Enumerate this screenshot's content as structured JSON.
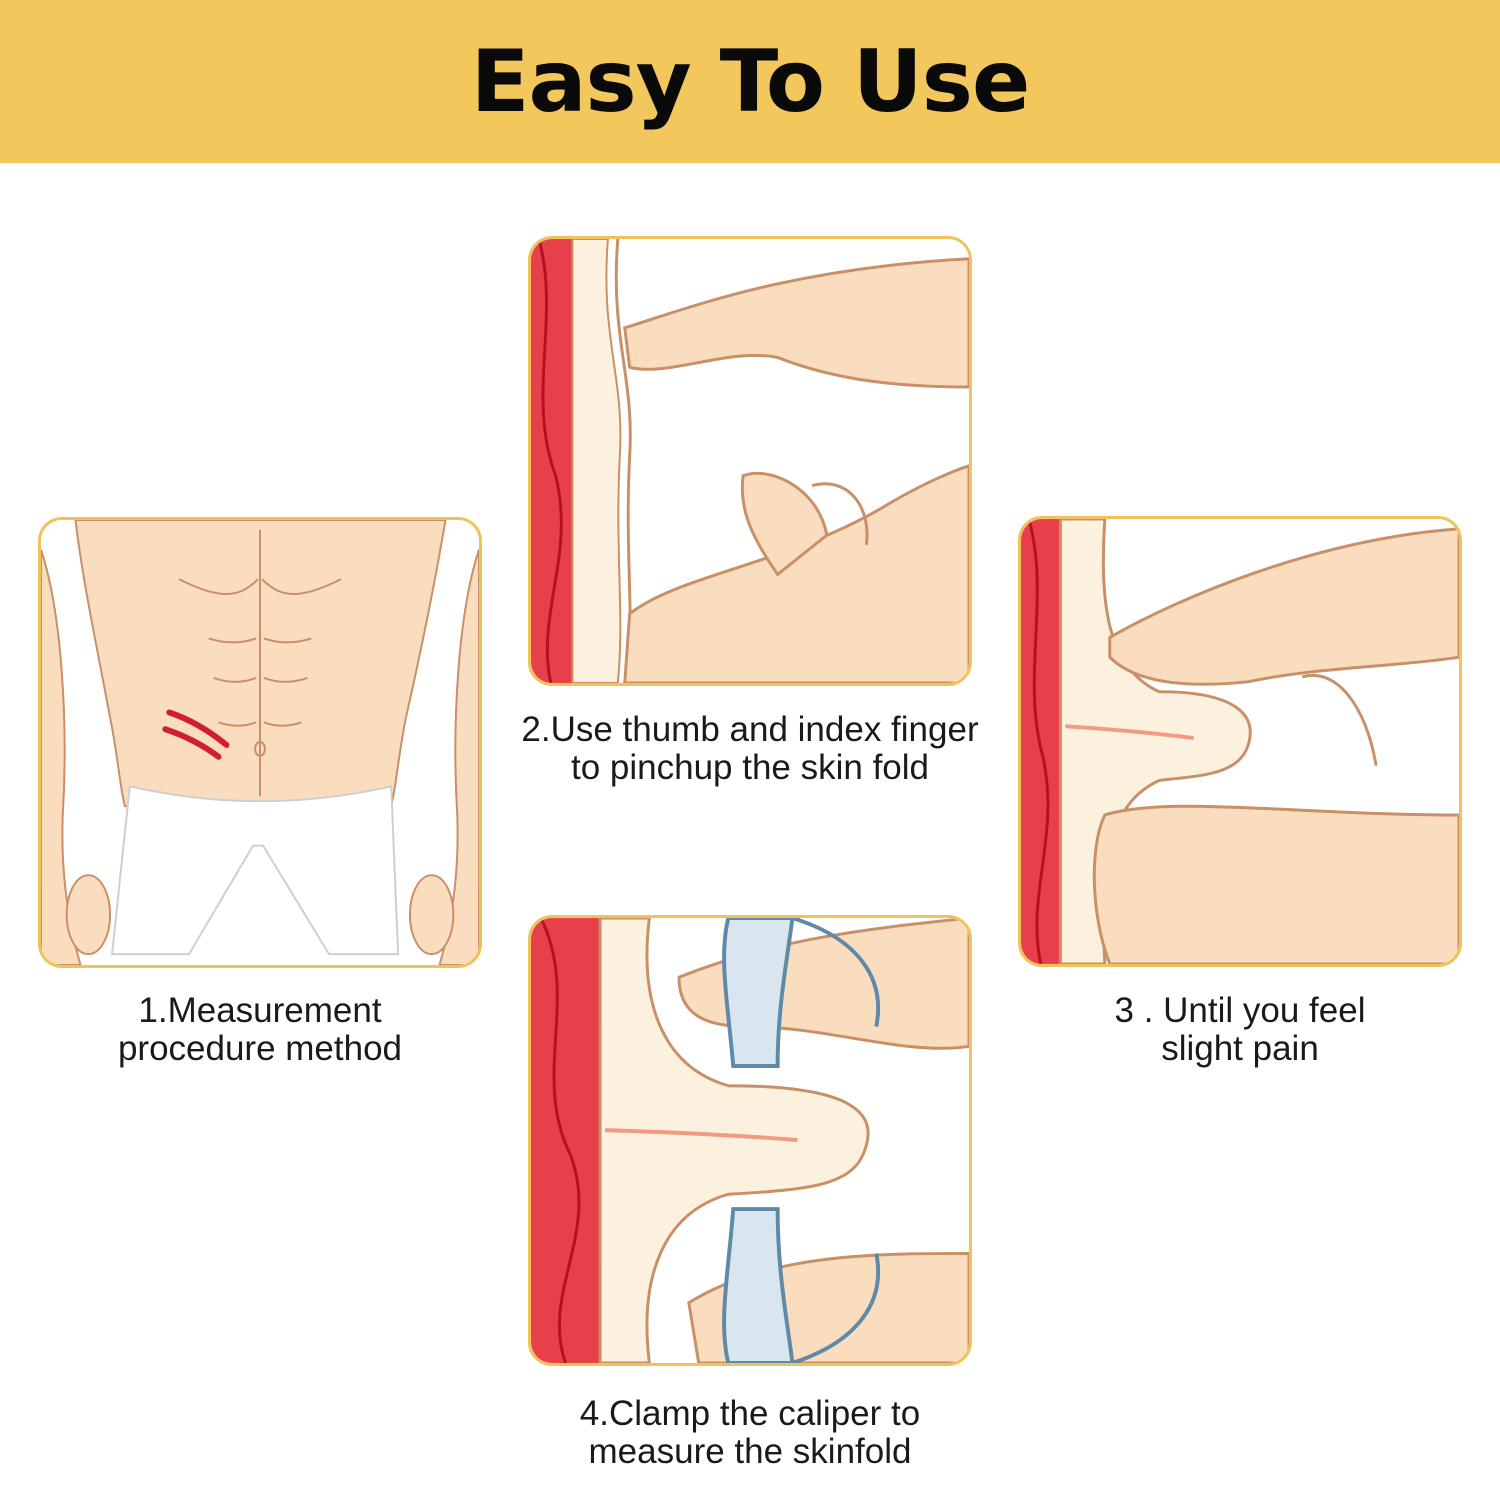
{
  "header": {
    "title": "Easy To Use"
  },
  "colors": {
    "banner": "#F2C75C",
    "panel_border": "#EFC25A",
    "skin": "#F9DDBE",
    "muscle": "#E8404A",
    "fat": "#FBF1DE",
    "caliper": "#D9E6F0"
  },
  "steps": [
    {
      "caption": "1.Measurement\nprocedure method",
      "icon": "torso-illustration"
    },
    {
      "caption": "2.Use thumb and index finger\nto pinchup the skin fold",
      "icon": "pinch-illustration"
    },
    {
      "caption": "3 . Until you feel\nslight pain",
      "icon": "skinfold-illustration"
    },
    {
      "caption": "4.Clamp the caliper to\nmeasure the skinfold",
      "icon": "caliper-illustration"
    }
  ]
}
